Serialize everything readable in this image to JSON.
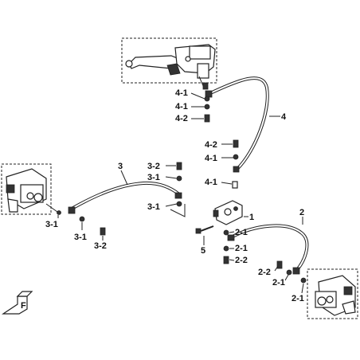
{
  "labels": {
    "l1": "1",
    "l2": "2",
    "l3": "3",
    "l4": "4",
    "l5": "5",
    "l21a": "2-1",
    "l21b": "2-1",
    "l21c": "2-1",
    "l21d": "2-1",
    "l22a": "2-2",
    "l22b": "2-2",
    "l31a": "3-1",
    "l31b": "3-1",
    "l31c": "3-1",
    "l31d": "3-1",
    "l32a": "3-2",
    "l32b": "3-2",
    "l41a": "4-1",
    "l41b": "4-1",
    "l41c": "4-1",
    "l41d": "4-1",
    "l42a": "4-2",
    "l42b": "4-2",
    "front": "F"
  },
  "icons": {
    "front_arrow": "front-direction-arrow-icon"
  }
}
